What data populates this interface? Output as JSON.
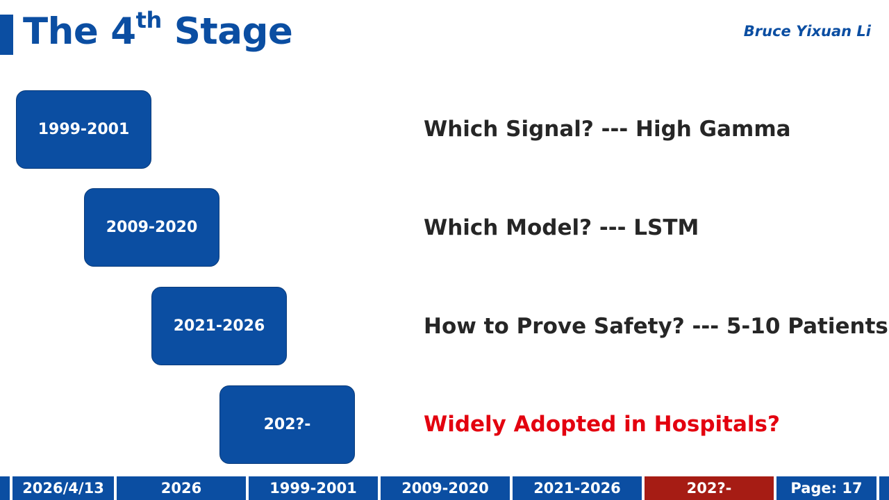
{
  "slide": {
    "title_main": "The 4",
    "title_sup": "th",
    "title_end": " Stage",
    "author": "Bruce Yixuan Li",
    "colors": {
      "primary": "#0b4ea2",
      "highlight_text": "#e3000f",
      "active_footer": "#a61c14",
      "body_text": "#262626"
    }
  },
  "stages": [
    {
      "period": "1999-2001",
      "description": "Which Signal? --- High Gamma"
    },
    {
      "period": "2009-2020",
      "description": "Which Model? --- LSTM"
    },
    {
      "period": "2021-2026",
      "description": "How to Prove Safety? --- 5-10 Patients"
    },
    {
      "period": "202?-",
      "description": "Widely Adopted in Hospitals?"
    }
  ],
  "footer": {
    "date": "2026/4/13",
    "year": "2026",
    "sections": [
      "1999-2001",
      "2009-2020",
      "2021-2026",
      "202?-"
    ],
    "active_section": "202?-",
    "page": "Page: 17"
  }
}
